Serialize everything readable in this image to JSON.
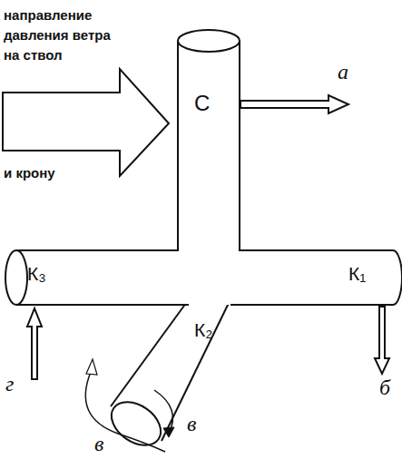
{
  "diagram": {
    "labels": [
      "направление давления ветра на ствол",
      "и крону",
      "а",
      "С",
      "К₃",
      "К₁",
      "К₂",
      "б",
      "г",
      "в",
      "в"
    ]
  }
}
